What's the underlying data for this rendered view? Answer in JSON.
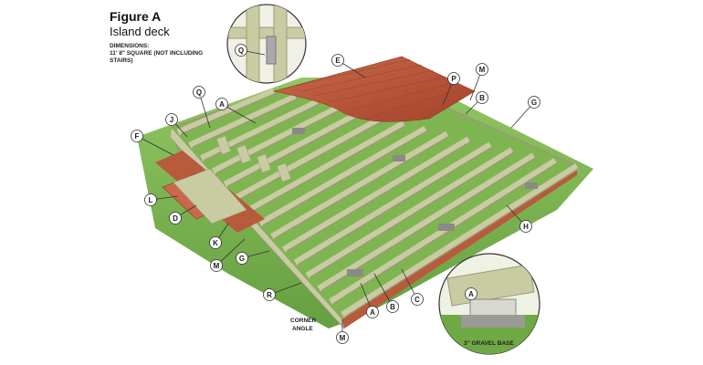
{
  "figure": {
    "title": "Figure A",
    "subtitle": "Island deck",
    "dimensions_label": "DIMENSIONS:",
    "dimensions_value": "11' 8\" SQUARE (NOT INCLUDING STAIRS)"
  },
  "callouts": [
    "E",
    "M",
    "P",
    "B",
    "G",
    "Q",
    "A",
    "J",
    "F",
    "L",
    "D",
    "K",
    "M",
    "G",
    "R",
    "A",
    "B",
    "C",
    "H",
    "M",
    "Q",
    "A"
  ],
  "notes": {
    "corner_angle_line1": "CORNER",
    "corner_angle_line2": "ANGLE",
    "gravel_base": "3\" GRAVEL BASE"
  },
  "colors": {
    "lumber": "#c9cba3",
    "lumber_dark": "#9a9c74",
    "decking": "#b8553a",
    "grass": "#6fa945",
    "gravel": "#9a9a96"
  }
}
